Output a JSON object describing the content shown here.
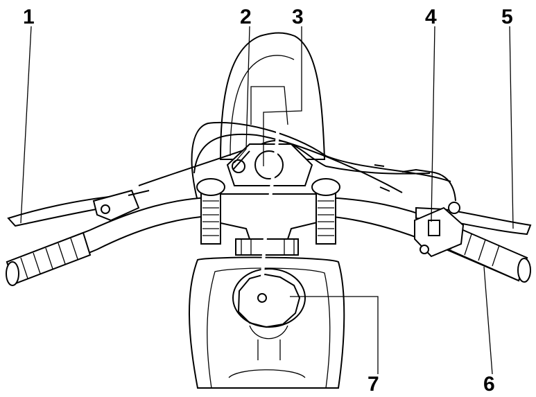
{
  "colors": {
    "line": "#000000",
    "background": "#ffffff"
  },
  "callouts": [
    {
      "id": "1",
      "label": "1"
    },
    {
      "id": "2",
      "label": "2"
    },
    {
      "id": "3",
      "label": "3"
    },
    {
      "id": "4",
      "label": "4"
    },
    {
      "id": "5",
      "label": "5"
    },
    {
      "id": "6",
      "label": "6"
    },
    {
      "id": "7",
      "label": "7"
    }
  ]
}
